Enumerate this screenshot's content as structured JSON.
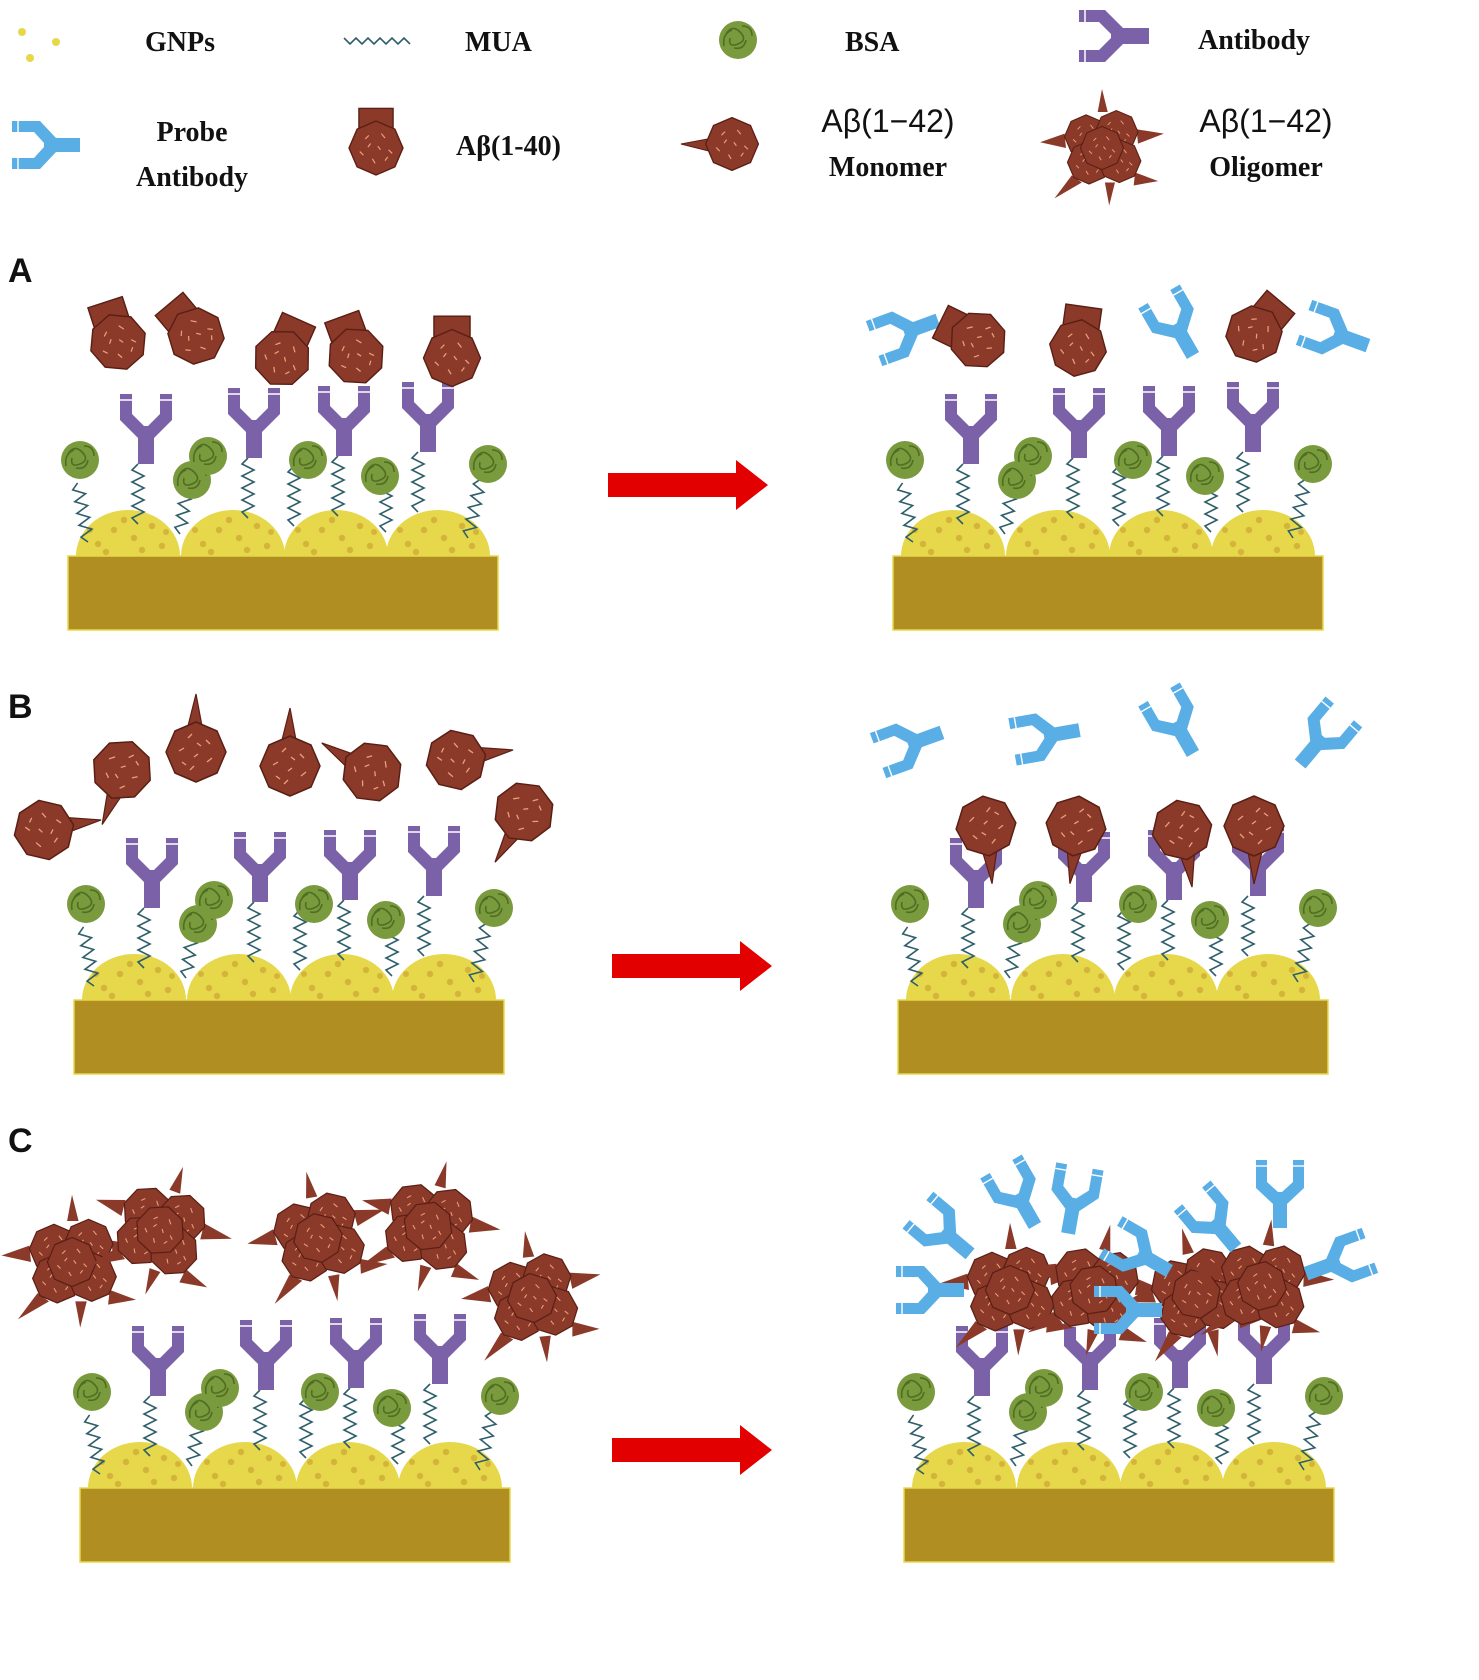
{
  "legend": {
    "gnps": "GNPs",
    "mua": "MUA",
    "bsa": "BSA",
    "antibody": "Antibody",
    "probe_antibody_line1": "Probe",
    "probe_antibody_line2": "Antibody",
    "abeta40": "Aβ(1-40)",
    "abeta42_monomer_line1": "Aβ(1−42)",
    "abeta42_monomer_line2": "Monomer",
    "abeta42_oligomer_line1": "Aβ(1−42)",
    "abeta42_oligomer_line2": "Oligomer"
  },
  "panels": [
    {
      "label": "A",
      "target": "abeta40",
      "bound": false
    },
    {
      "label": "B",
      "target": "monomer",
      "bound": true
    },
    {
      "label": "C",
      "target": "oligomer",
      "bound": true
    }
  ],
  "colors": {
    "gnp": "#e6d84a",
    "gnp_dot": "#d4b43a",
    "substrate": "#b08e22",
    "mua": "#2f5f6a",
    "bsa": "#7a9a3e",
    "antibody": "#7b62a8",
    "probe_antibody": "#5aaee6",
    "abeta": "#8b3a2a",
    "abeta_edge": "#5a1f14",
    "abeta_spike": "#e9a07a",
    "arrow": "#e30000"
  }
}
